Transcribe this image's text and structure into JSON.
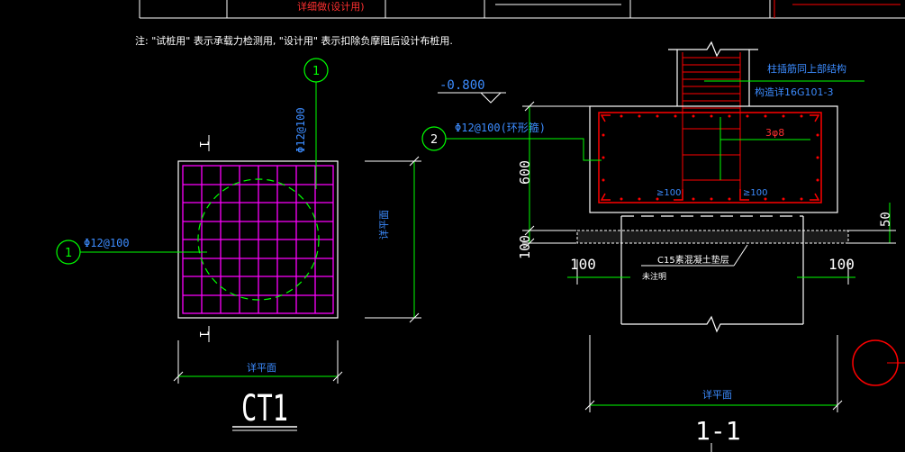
{
  "title_table": {
    "row1_col2": "详细做(设计用)"
  },
  "note": "注: \"试桩用\" 表示承载力检测用, \"设计用\" 表示扣除负摩阻后设计布桩用.",
  "plan": {
    "title": "CT1",
    "bubble_1_top": "1",
    "bubble_1_left": "1",
    "rebar_top": "Φ12@100",
    "rebar_left": "Φ12@100",
    "section_mark_top": "1",
    "section_mark_bottom": "1",
    "dim_bottom": "详平面",
    "dim_right": "详平面"
  },
  "section": {
    "title": "1-1",
    "level": "-0.800",
    "bubble_2": "2",
    "rebar_ring": "Φ12@100(环形箍)",
    "column_note_line1": "柱插筋同上部结构",
    "column_note_line2": "构造详16G101-3",
    "stirrup_note": "3φ8",
    "hook_left": "≥100",
    "hook_right": "≥100",
    "dim_600": "600",
    "dim_100": "100",
    "dim_50": "50",
    "dim_100_left": "100",
    "dim_100_right": "100",
    "cushion_note": "C15素混凝土垫层",
    "pile_note": "未注明",
    "dim_bottom": "详平面"
  },
  "colors": {
    "background": "#000000",
    "white": "#ffffff",
    "green": "#00ff00",
    "cyan": "#00c8ff",
    "magenta": "#ff00ff",
    "red": "#ff0000",
    "yellow": "#ffff00",
    "blue_text": "#3c8cff"
  }
}
